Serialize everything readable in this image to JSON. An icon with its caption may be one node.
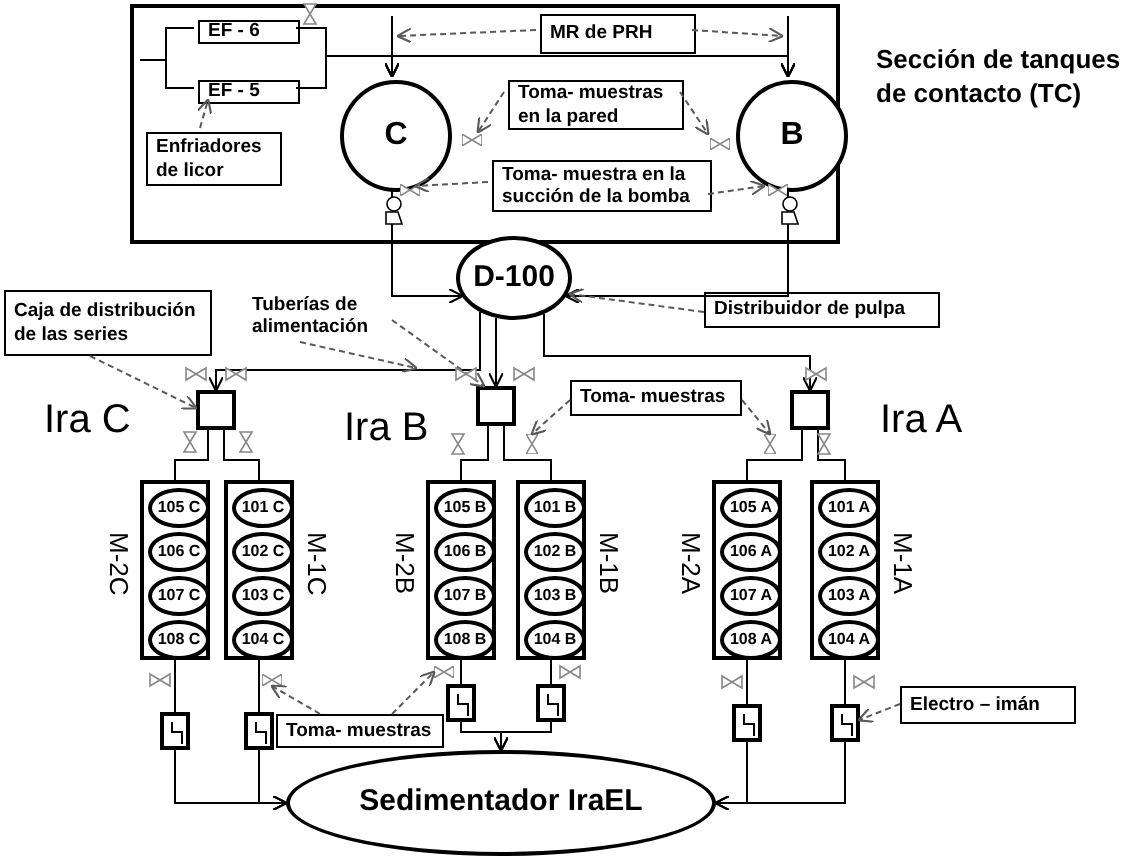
{
  "diagram": {
    "nodes": [
      {
        "text": [
          "Sección de tanques de contacto (TC)"
        ]
      },
      {
        "text": [
          "EF - 6"
        ],
        "in": 0
      },
      {
        "text": [
          "EF - 5"
        ],
        "in": 0
      },
      {
        "text": [
          "MR de PRH"
        ],
        "in": 0
      },
      {
        "text": [
          "C"
        ],
        "in": 0
      },
      {
        "text": [
          "B"
        ],
        "in": 0
      },
      {
        "text": [
          "Enfriadores de licor"
        ],
        "in": 0
      },
      {
        "text": [
          "Toma- muestras en la pared"
        ],
        "in": 0
      },
      {
        "text": [
          "Toma- muestra en la succión de la bomba"
        ],
        "in": 0
      },
      {
        "text": [
          "D-100"
        ]
      },
      {
        "text": [
          "Distribuidor de pulpa"
        ]
      },
      {
        "text": [
          "Caja de distribución de las series"
        ]
      },
      {
        "text": [
          "Tuberías de alimentación"
        ]
      },
      {
        "text": [],
        "shape": "box"
      },
      {
        "text": [],
        "shape": "box"
      },
      {
        "text": [],
        "shape": "box"
      },
      {
        "text": [
          "Toma- muestras"
        ]
      },
      {
        "text": [],
        "shape": "box",
        "beside": [
          "M-2C"
        ]
      },
      {
        "text": [
          "105 C"
        ],
        "in": 17
      },
      {
        "text": [
          "106 C"
        ],
        "in": 17
      },
      {
        "text": [
          "107 C"
        ],
        "in": 17
      },
      {
        "text": [
          "108 C"
        ],
        "in": 17
      },
      {
        "text": [],
        "shape": "box",
        "beside": [
          "M-1C"
        ]
      },
      {
        "text": [
          "101 C"
        ],
        "in": 22
      },
      {
        "text": [
          "102 C"
        ],
        "in": 22
      },
      {
        "text": [
          "103 C"
        ],
        "in": 22
      },
      {
        "text": [
          "104 C"
        ],
        "in": 22
      },
      {
        "text": [],
        "shape": "box",
        "beside": [
          "M-2B"
        ]
      },
      {
        "text": [
          "105 B"
        ],
        "in": 27
      },
      {
        "text": [
          "106 B"
        ],
        "in": 27
      },
      {
        "text": [
          "107 B"
        ],
        "in": 27
      },
      {
        "text": [
          "108 B"
        ],
        "in": 27
      },
      {
        "text": [],
        "shape": "box",
        "beside": [
          "M-1B"
        ]
      },
      {
        "text": [
          "101 B"
        ],
        "in": 32
      },
      {
        "text": [
          "102 B"
        ],
        "in": 32
      },
      {
        "text": [
          "103 B"
        ],
        "in": 32
      },
      {
        "text": [
          "104 B"
        ],
        "in": 32
      },
      {
        "text": [],
        "shape": "box",
        "beside": [
          "M-2A"
        ]
      },
      {
        "text": [
          "105 A"
        ],
        "in": 37
      },
      {
        "text": [
          "106 A"
        ],
        "in": 37
      },
      {
        "text": [
          "107 A"
        ],
        "in": 37
      },
      {
        "text": [
          "108 A"
        ],
        "in": 37
      },
      {
        "text": [],
        "shape": "box",
        "beside": [
          "M-1A"
        ]
      },
      {
        "text": [
          "101 A"
        ],
        "in": 42
      },
      {
        "text": [
          "102 A"
        ],
        "in": 42
      },
      {
        "text": [
          "103 A"
        ],
        "in": 42
      },
      {
        "text": [
          "104 A"
        ],
        "in": 42
      },
      {
        "text": [],
        "shape": "box"
      },
      {
        "text": [],
        "shape": "box"
      },
      {
        "text": [],
        "shape": "box"
      },
      {
        "text": [],
        "shape": "box"
      },
      {
        "text": [],
        "shape": "box"
      },
      {
        "text": [],
        "shape": "box"
      },
      {
        "text": [
          "Toma- muestras"
        ]
      },
      {
        "text": [
          "Electro – imán"
        ]
      },
      {
        "text": [
          "Sedimentador IraEL"
        ]
      },
      {
        "text": [],
        "shape": "valve",
        "in": 0
      },
      {
        "text": [],
        "shape": "valve",
        "in": 0
      },
      {
        "text": [],
        "shape": "valve",
        "in": 0
      },
      {
        "text": [],
        "shape": "valve",
        "in": 0
      },
      {
        "text": [],
        "shape": "valve"
      },
      {
        "text": [],
        "shape": "valve"
      },
      {
        "text": [],
        "shape": "valve"
      },
      {
        "text": [],
        "shape": "valve"
      }
    ],
    "edges": [
      {
        "from": null,
        "to": 1,
        "arrow": "none"
      },
      {
        "from": null,
        "to": 2,
        "arrow": "none"
      },
      {
        "from": 1,
        "to": 4,
        "arrow": "to"
      },
      {
        "from": 1,
        "to": 5,
        "arrow": "to"
      },
      {
        "from": 2,
        "to": 4,
        "arrow": "to"
      },
      {
        "from": 2,
        "to": 5,
        "arrow": "to"
      },
      {
        "from": 4,
        "to": 9,
        "arrow": "to"
      },
      {
        "from": 5,
        "to": 9,
        "arrow": "to"
      },
      {
        "from": 9,
        "to": 13,
        "arrow": "to"
      },
      {
        "from": 9,
        "to": 14,
        "arrow": "to"
      },
      {
        "from": 9,
        "to": 15,
        "arrow": "to"
      },
      {
        "from": 13,
        "to": 17,
        "arrow": "none"
      },
      {
        "from": 13,
        "to": 22,
        "arrow": "none"
      },
      {
        "from": 14,
        "to": 27,
        "arrow": "none"
      },
      {
        "from": 14,
        "to": 32,
        "arrow": "none"
      },
      {
        "from": 15,
        "to": 37,
        "arrow": "none"
      },
      {
        "from": 15,
        "to": 42,
        "arrow": "none"
      },
      {
        "from": 17,
        "to": 47,
        "arrow": "none"
      },
      {
        "from": 22,
        "to": 48,
        "arrow": "none"
      },
      {
        "from": 27,
        "to": 49,
        "arrow": "none"
      },
      {
        "from": 32,
        "to": 50,
        "arrow": "none"
      },
      {
        "from": 37,
        "to": 51,
        "arrow": "none"
      },
      {
        "from": 42,
        "to": 52,
        "arrow": "none"
      },
      {
        "from": 47,
        "to": 55,
        "arrow": "to"
      },
      {
        "from": 48,
        "to": 55,
        "arrow": "to"
      },
      {
        "from": 49,
        "to": 55,
        "arrow": "to"
      },
      {
        "from": 50,
        "to": 55,
        "arrow": "to"
      },
      {
        "from": 51,
        "to": 55,
        "arrow": "to"
      },
      {
        "from": 52,
        "to": 55,
        "arrow": "to"
      },
      {
        "from": 6,
        "to": 2,
        "arrow": "to",
        "style": "dashed",
        "color": "#595959"
      },
      {
        "from": 3,
        "to": null,
        "arrow": "to",
        "style": "dashed",
        "color": "#595959"
      },
      {
        "from": 3,
        "to": null,
        "arrow": "to",
        "style": "dashed",
        "color": "#595959"
      },
      {
        "from": 7,
        "to": 56,
        "arrow": "to",
        "style": "dashed",
        "color": "#595959"
      },
      {
        "from": 7,
        "to": 57,
        "arrow": "to",
        "style": "dashed",
        "color": "#595959"
      },
      {
        "from": 8,
        "to": 58,
        "arrow": "to",
        "style": "dashed",
        "color": "#595959"
      },
      {
        "from": 8,
        "to": 59,
        "arrow": "to",
        "style": "dashed",
        "color": "#595959"
      },
      {
        "from": 10,
        "to": 9,
        "arrow": "to",
        "style": "dashed",
        "color": "#595959"
      },
      {
        "from": 11,
        "to": 13,
        "arrow": "to",
        "style": "dashed",
        "color": "#595959"
      },
      {
        "from": 12,
        "to": null,
        "arrow": "to",
        "style": "dashed",
        "color": "#595959"
      },
      {
        "from": 12,
        "to": 14,
        "arrow": "to",
        "style": "dashed",
        "color": "#595959"
      },
      {
        "from": 16,
        "to": 60,
        "arrow": "to",
        "style": "dashed",
        "color": "#595959"
      },
      {
        "from": 16,
        "to": 61,
        "arrow": "to",
        "style": "dashed",
        "color": "#595959"
      },
      {
        "from": 53,
        "to": 62,
        "arrow": "to",
        "style": "dashed",
        "color": "#595959"
      },
      {
        "from": 53,
        "to": 63,
        "arrow": "to",
        "style": "dashed",
        "color": "#595959"
      },
      {
        "from": 54,
        "to": 52,
        "arrow": "to",
        "style": "dashed",
        "color": "#595959"
      },
      {
        "from": null,
        "to": 4,
        "arrow": "to"
      },
      {
        "from": null,
        "to": 5,
        "arrow": "to"
      }
    ],
    "labels": [
      "Ira C",
      "Ira B",
      "Ira A"
    ]
  }
}
